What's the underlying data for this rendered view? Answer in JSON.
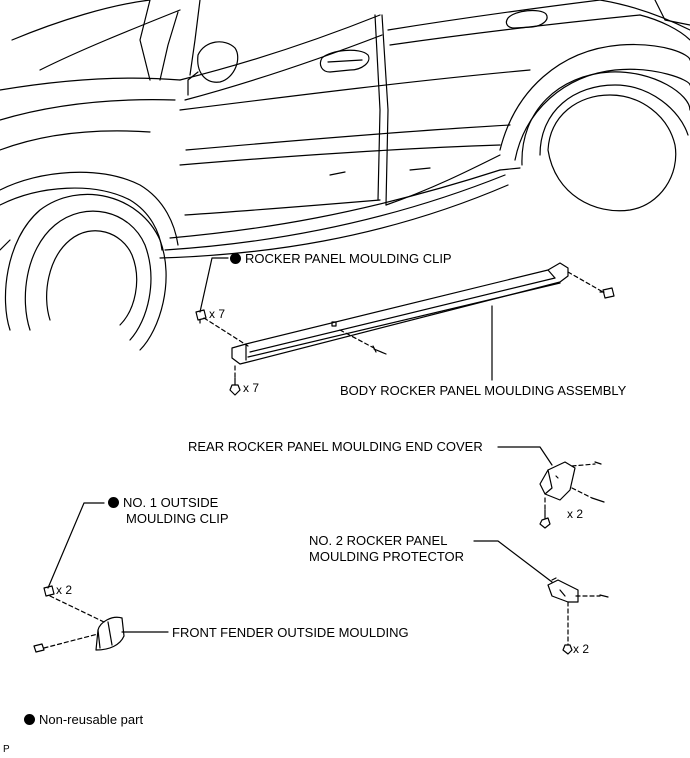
{
  "labels": {
    "rocker_clip": "ROCKER PANEL MOULDING CLIP",
    "body_rocker": "BODY ROCKER PANEL MOULDING ASSEMBLY",
    "rear_end_cover": "REAR ROCKER PANEL MOULDING END COVER",
    "outside_clip_l1": "NO. 1 OUTSIDE",
    "outside_clip_l2": "MOULDING CLIP",
    "protector_l1": "NO. 2 ROCKER PANEL",
    "protector_l2": "MOULDING PROTECTOR",
    "fender_moulding": "FRONT FENDER OUTSIDE MOULDING"
  },
  "quantities": {
    "clip_upper": "x 7",
    "screw_lower": "x 7",
    "end_cover_clip": "x 2",
    "outside_clip": "x 2",
    "protector_clip": "x 2"
  },
  "legend": {
    "non_reusable": "Non-reusable part"
  },
  "footer_code": "P"
}
